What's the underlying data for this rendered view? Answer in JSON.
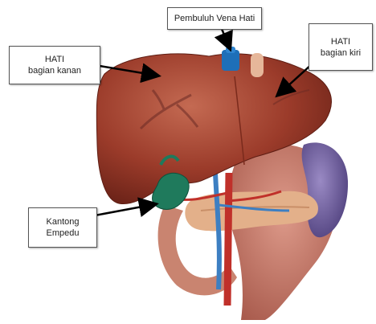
{
  "labels": {
    "hepatic_vein": [
      "Pembuluh Vena Hati"
    ],
    "liver_right": [
      "HATI",
      "bagian kanan"
    ],
    "liver_left": [
      "HATI",
      "bagian kiri"
    ],
    "gallbladder": [
      "Kantong",
      "Empedu"
    ]
  },
  "colors": {
    "liver": "#9b3b2a",
    "liver_highlight": "#b85a44",
    "hepatic_vein": "#1e6fb8",
    "gallbladder": "#1f7a5c",
    "stomach": "#c6786a",
    "spleen": "#6d5a9a",
    "pancreas": "#e3b08a",
    "vessel_red": "#c0302a",
    "vessel_blue": "#3d7fc2",
    "arrow": "#000000"
  }
}
